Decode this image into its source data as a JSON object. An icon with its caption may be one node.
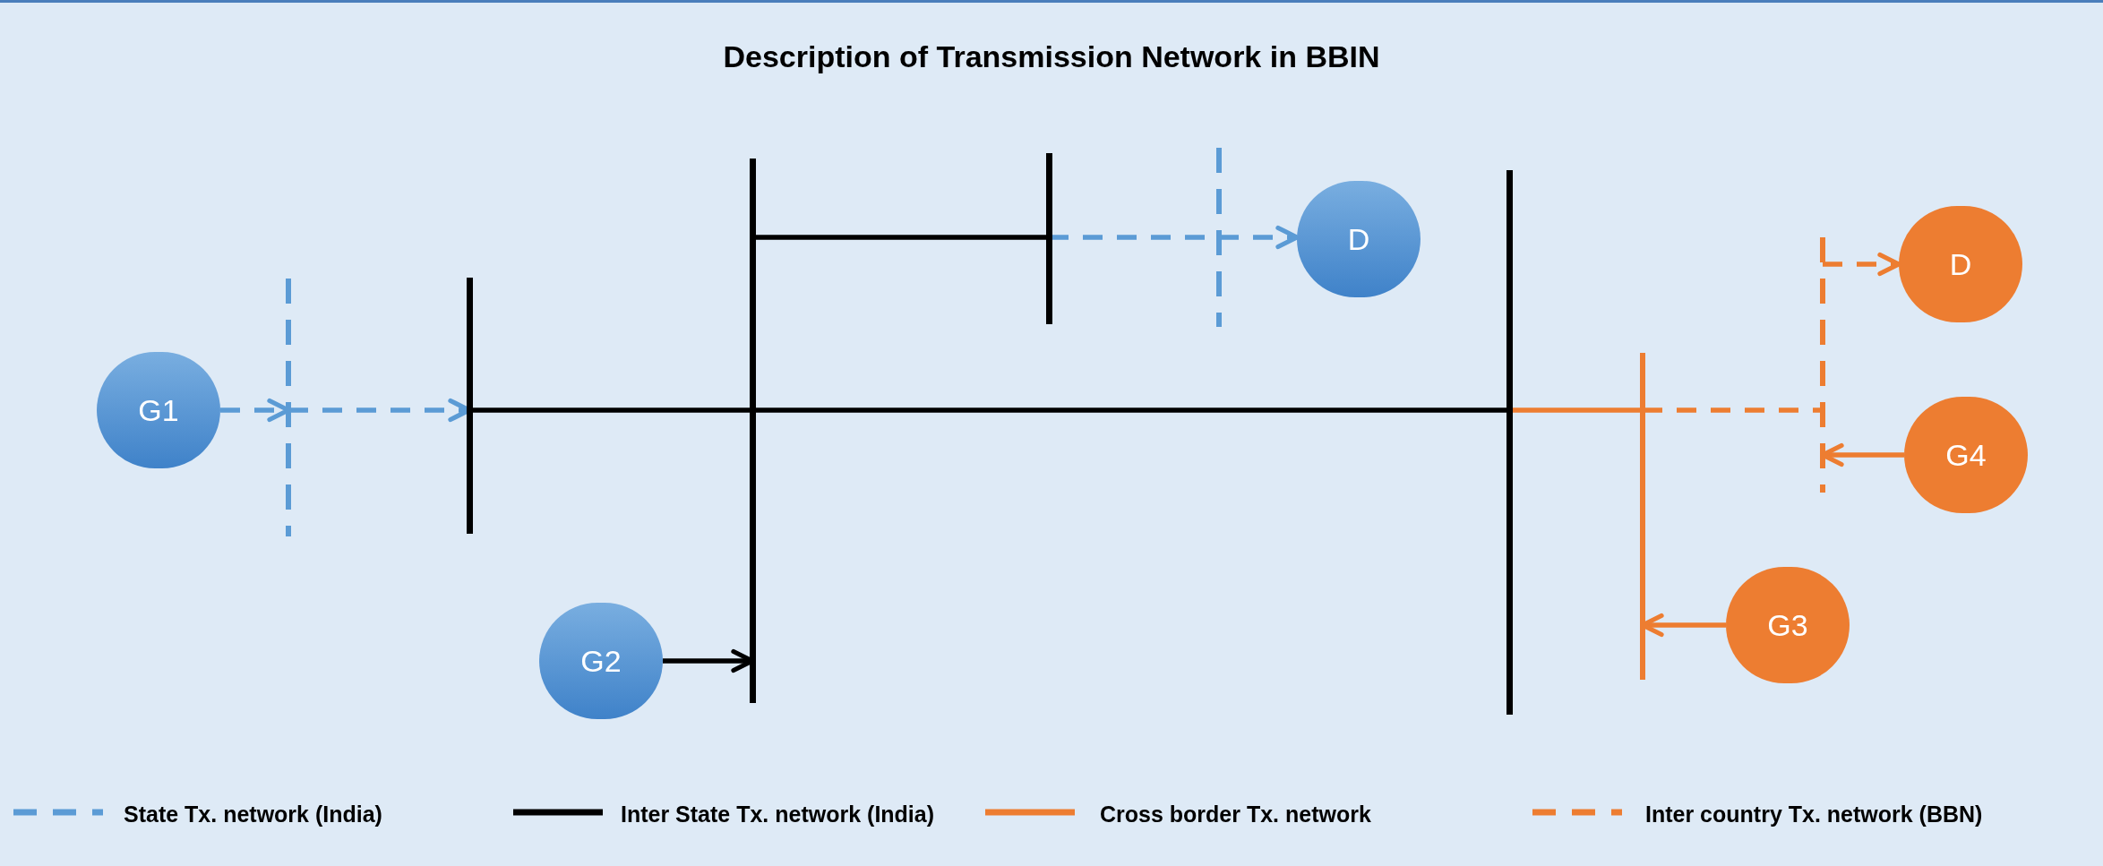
{
  "diagram": {
    "title": "Description of Transmission Network in BBIN",
    "nodes": [
      {
        "text": [
          "G1"
        ]
      },
      {
        "text": [],
        "shape": "bar"
      },
      {
        "text": [],
        "shape": "bar"
      },
      {
        "text": [
          "G2"
        ]
      },
      {
        "text": [],
        "shape": "bar"
      },
      {
        "text": [],
        "shape": "bar"
      },
      {
        "text": [],
        "shape": "bar"
      },
      {
        "text": [
          "D"
        ]
      },
      {
        "text": [],
        "shape": "bar"
      },
      {
        "text": [],
        "shape": "bar"
      },
      {
        "text": [
          "G3"
        ]
      },
      {
        "text": [],
        "shape": "bar"
      },
      {
        "text": [
          "D"
        ]
      },
      {
        "text": [
          "G4"
        ]
      }
    ],
    "edges": [
      {
        "from": 0,
        "to": 1,
        "arrow": "to",
        "style": "dashed",
        "color": "#5b9bd5"
      },
      {
        "from": 1,
        "to": 2,
        "arrow": "to",
        "style": "dashed",
        "color": "#5b9bd5"
      },
      {
        "from": 2,
        "to": 4,
        "arrow": "none",
        "color": "#000000"
      },
      {
        "from": 4,
        "to": 8,
        "arrow": "none",
        "color": "#000000"
      },
      {
        "from": 3,
        "to": 4,
        "arrow": "to",
        "color": "#000000"
      },
      {
        "from": 4,
        "to": 5,
        "arrow": "none",
        "color": "#000000"
      },
      {
        "from": 5,
        "to": 6,
        "arrow": "none",
        "style": "dashed",
        "color": "#5b9bd5"
      },
      {
        "from": 6,
        "to": 7,
        "arrow": "to",
        "style": "dashed",
        "color": "#5b9bd5"
      },
      {
        "from": 8,
        "to": 9,
        "arrow": "none",
        "color": "#ed7d31"
      },
      {
        "from": 9,
        "to": 11,
        "arrow": "none",
        "style": "dashed",
        "color": "#ed7d31"
      },
      {
        "from": 11,
        "to": 12,
        "arrow": "to",
        "style": "dashed",
        "color": "#ed7d31"
      },
      {
        "from": 13,
        "to": 11,
        "arrow": "to",
        "color": "#ed7d31"
      },
      {
        "from": 10,
        "to": 9,
        "arrow": "to",
        "color": "#ed7d31"
      }
    ],
    "legend": [
      {
        "text": "State Tx. network (India)"
      },
      {
        "text": "Inter State Tx. network (India)"
      },
      {
        "text": "Cross border Tx. network"
      },
      {
        "text": "Inter country Tx. network (BBN)"
      }
    ]
  }
}
